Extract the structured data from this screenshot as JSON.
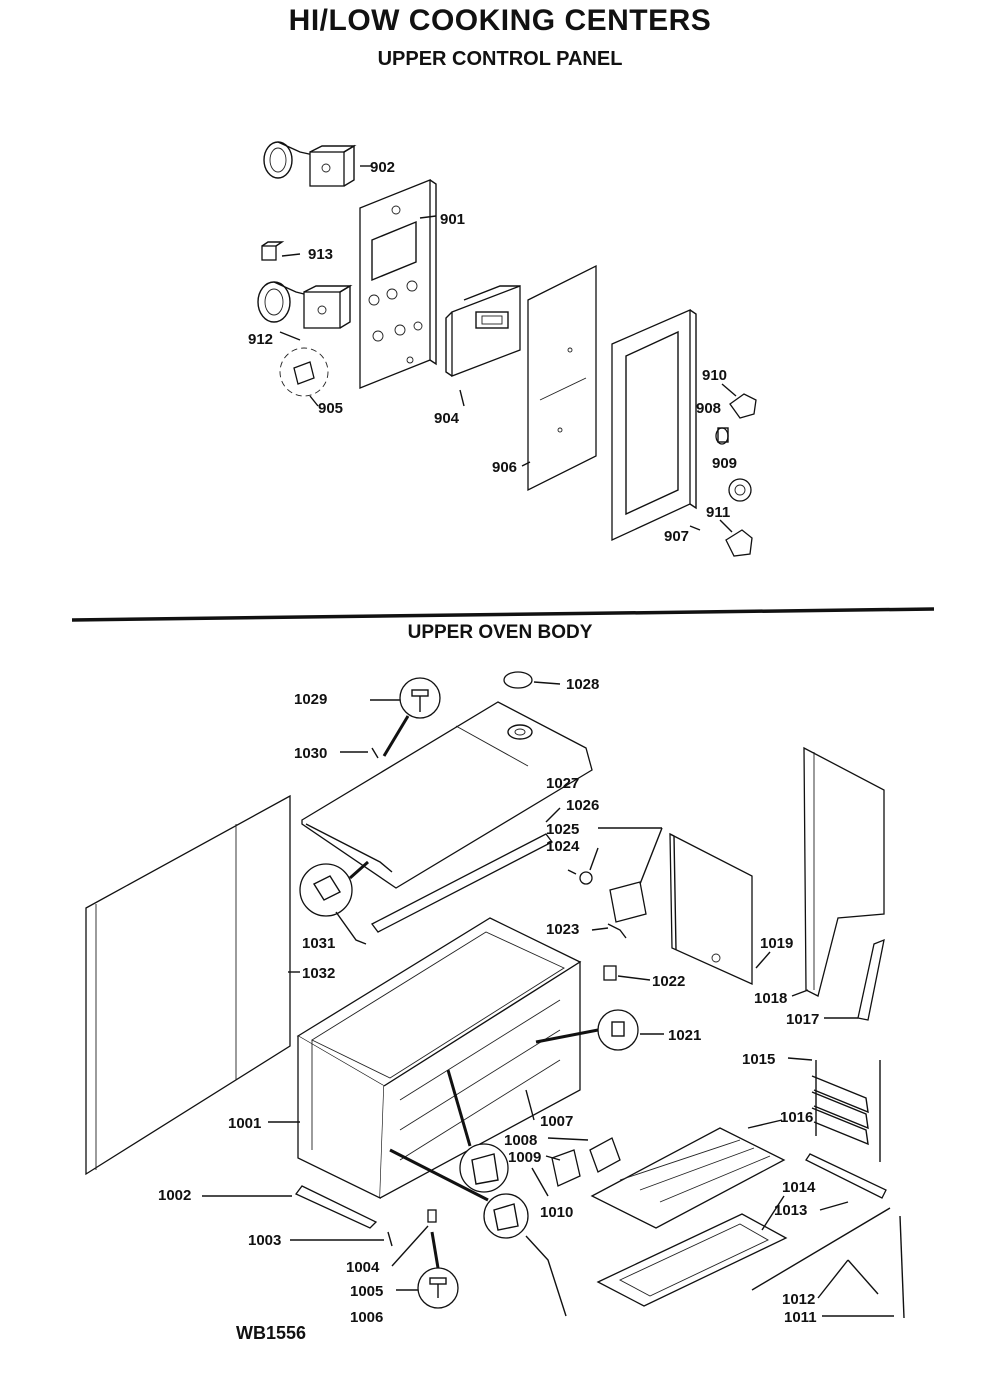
{
  "header": {
    "title": "HI/LOW COOKING CENTERS",
    "subtitle": "UPPER CONTROL PANEL"
  },
  "section": {
    "title": "UPPER OVEN BODY"
  },
  "footer": {
    "code": "WB1556"
  },
  "labels": {
    "p902": "902",
    "p901": "901",
    "p913": "913",
    "p912": "912",
    "p905": "905",
    "p904": "904",
    "p906": "906",
    "p907": "907",
    "p910": "910",
    "p908": "908",
    "p909": "909",
    "p911": "911",
    "p1029": "1029",
    "p1028": "1028",
    "p1030": "1030",
    "p1027": "1027",
    "p1026": "1026",
    "p1025": "1025",
    "p1024": "1024",
    "p1023": "1023",
    "p1031": "1031",
    "p1032": "1032",
    "p1022": "1022",
    "p1019": "1019",
    "p1018": "1018",
    "p1017": "1017",
    "p1021": "1021",
    "p1015": "1015",
    "p1016": "1016",
    "p1001": "1001",
    "p1007": "1007",
    "p1008": "1008",
    "p1009": "1009",
    "p1010": "1010",
    "p1002": "1002",
    "p1014": "1014",
    "p1013": "1013",
    "p1003": "1003",
    "p1004": "1004",
    "p1005": "1005",
    "p1006": "1006",
    "p1012": "1012",
    "p1011": "1011"
  }
}
